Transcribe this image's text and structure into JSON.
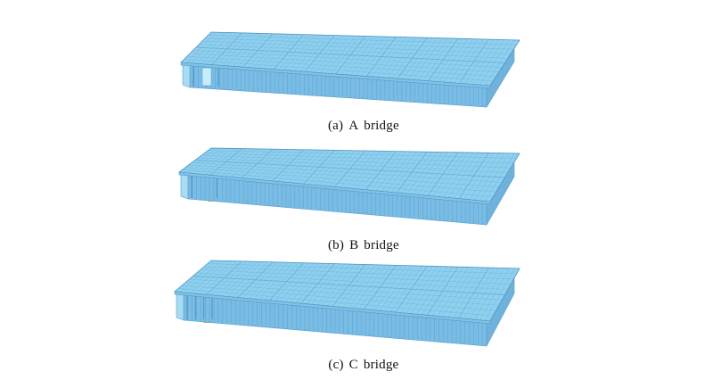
{
  "figure": {
    "panels": [
      {
        "id": "a",
        "label": "(a)",
        "name": "A",
        "suffix": "bridge",
        "deck_color": "#8fd0ef",
        "web_color": "#79bde6",
        "line_color": "#5a9fc7",
        "support_color": "#f2b25a",
        "girder_count": 2,
        "has_support": false
      },
      {
        "id": "b",
        "label": "(b)",
        "name": "B",
        "suffix": "bridge",
        "deck_color": "#8fd0ef",
        "web_color": "#79bde6",
        "line_color": "#5a9fc7",
        "support_color": "#f2b25a",
        "girder_count": 1,
        "has_support": true
      },
      {
        "id": "c",
        "label": "(c)",
        "name": "C",
        "suffix": "bridge",
        "deck_color": "#8fd0ef",
        "web_color": "#79bde6",
        "line_color": "#5a9fc7",
        "support_color": "#f2b25a",
        "girder_count": 3,
        "has_support": true
      }
    ]
  }
}
